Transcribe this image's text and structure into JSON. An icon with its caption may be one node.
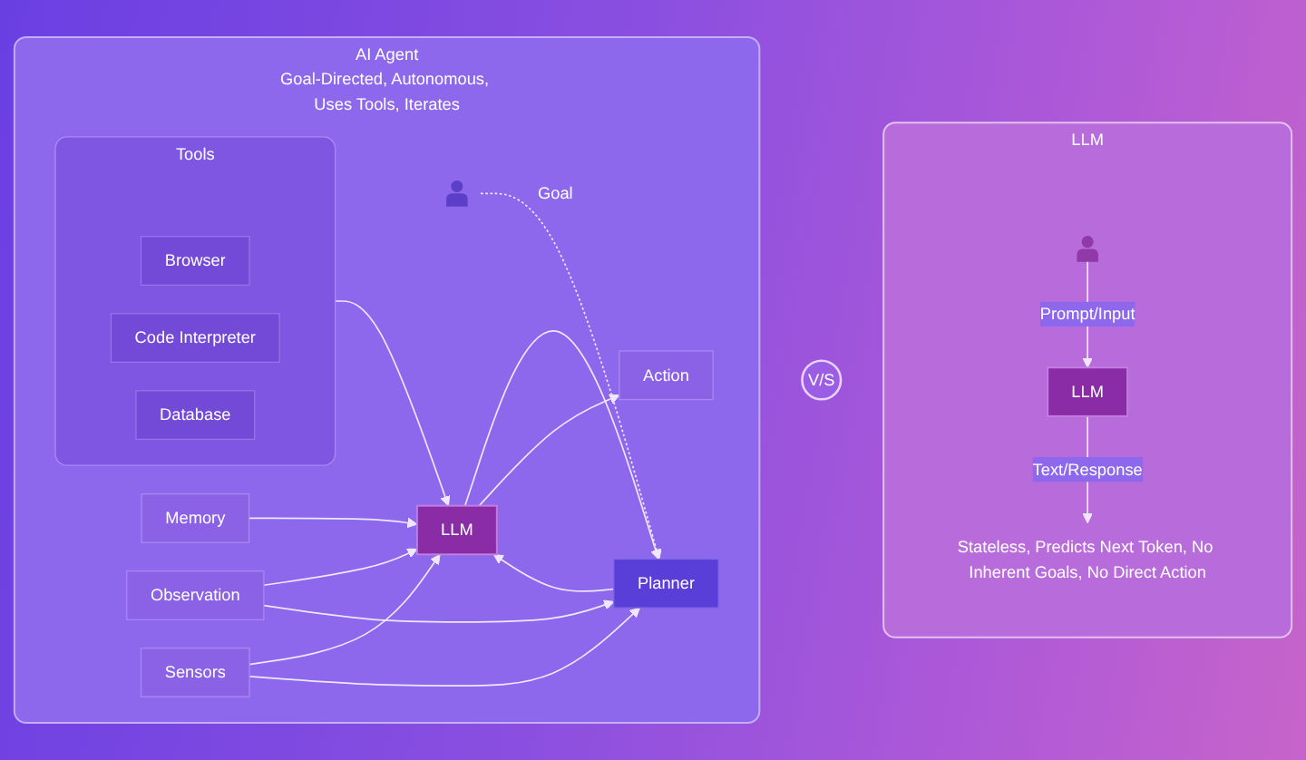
{
  "diagram": {
    "nodes": [
      {
        "text": [
          "AI Agent",
          "Goal-Directed, Autonomous, Uses Tools, Iterates"
        ]
      },
      {
        "text": [],
        "shape": "person",
        "in": 0
      },
      {
        "text": [
          "Planner"
        ],
        "in": 0
      },
      {
        "text": [
          "Memory"
        ],
        "in": 0
      },
      {
        "text": [
          "Tools"
        ],
        "in": 0
      },
      {
        "text": [
          "Browser"
        ],
        "in": 4
      },
      {
        "text": [
          "Code Interpreter"
        ],
        "in": 4
      },
      {
        "text": [
          "Database"
        ],
        "in": 4
      },
      {
        "text": [
          "LLM"
        ],
        "in": 0
      },
      {
        "text": [
          "Action"
        ],
        "in": 0
      },
      {
        "text": [
          "Observation"
        ],
        "in": 0
      },
      {
        "text": [
          "Sensors"
        ],
        "in": 0
      },
      {
        "text": [
          "V/S"
        ]
      },
      {
        "text": [
          "LLM"
        ]
      },
      {
        "text": [],
        "shape": "person",
        "in": 13
      },
      {
        "text": [
          "LLM"
        ],
        "in": 13
      },
      {
        "text": [
          "Stateless, Predicts Next Token, No Inherent Goals, No Direct Action"
        ],
        "in": 13
      }
    ],
    "edges": [
      {
        "from": 1,
        "to": 2,
        "arrow": "to",
        "label": "Goal",
        "style": "dashed"
      },
      {
        "from": 2,
        "to": 8,
        "arrow": "to"
      },
      {
        "from": 8,
        "to": 2,
        "arrow": "to"
      },
      {
        "from": 3,
        "to": 8,
        "arrow": "to"
      },
      {
        "from": 4,
        "to": 8,
        "arrow": "to"
      },
      {
        "from": 8,
        "to": 9,
        "arrow": "to"
      },
      {
        "from": 10,
        "to": 8,
        "arrow": "to"
      },
      {
        "from": 11,
        "to": 8,
        "arrow": "to"
      },
      {
        "from": 11,
        "to": 2,
        "arrow": "to"
      },
      {
        "from": 10,
        "to": 2,
        "arrow": "to"
      },
      {
        "from": 14,
        "to": 15,
        "arrow": "to",
        "label": "Prompt/Input"
      },
      {
        "from": 15,
        "to": 16,
        "arrow": "to",
        "label": "Text/Response"
      }
    ]
  }
}
